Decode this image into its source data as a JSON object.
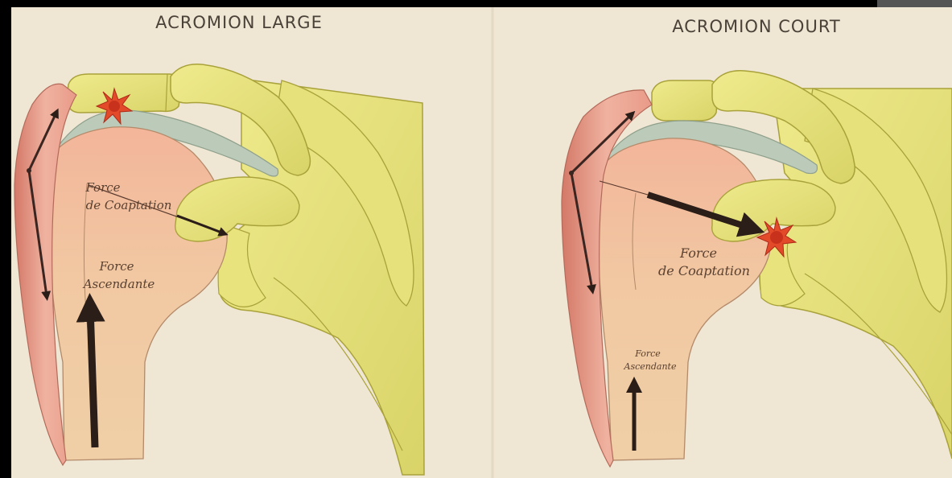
{
  "panels": [
    {
      "title": "ACROMION LARGE",
      "label_coaptation_1": "Force",
      "label_coaptation_2": "de Coaptation",
      "label_ascendante_1": "Force",
      "label_ascendante_2": "Ascendante"
    },
    {
      "title": "ACROMION COURT",
      "label_coaptation_1": "Force",
      "label_coaptation_2": "de Coaptation",
      "label_ascendante_1": "Force",
      "label_ascendante_2": "Ascendante"
    }
  ],
  "colors": {
    "paper": "#efe6d3",
    "bone": "#e4e07a",
    "bone_edge": "#a9a23a",
    "humerus": "#f0c7a0",
    "humerus_top": "#f3b59a",
    "deltoid": "#e99a88",
    "tendon": "#b9c8b8",
    "arrow": "#2b1d18",
    "impact": "#e24a2a"
  },
  "icons": {
    "impact": "red-star-burst-icon",
    "force": "arrow-icon"
  }
}
